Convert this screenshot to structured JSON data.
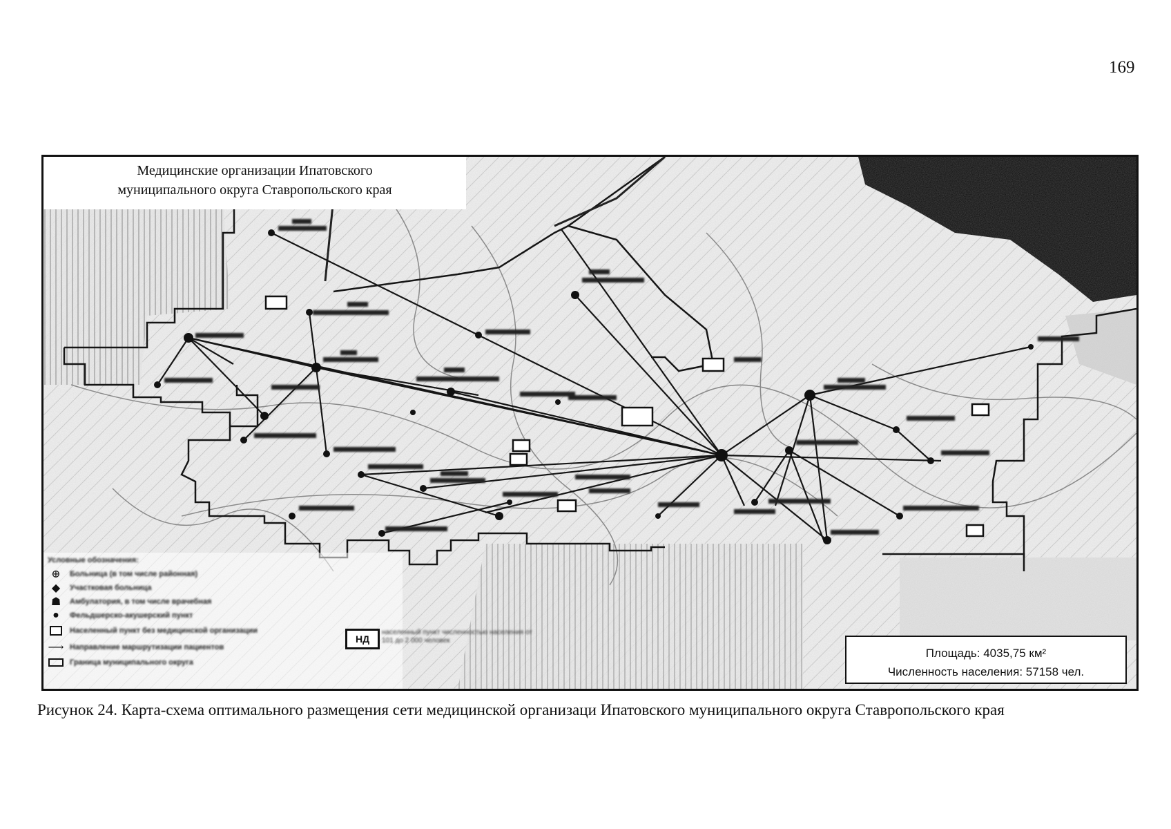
{
  "page": {
    "number": "169"
  },
  "map": {
    "title_line1": "Медицинские организации Ипатовского",
    "title_line2": "муниципального округа Ставропольского края",
    "legend": {
      "header": "Условные обозначения:",
      "items": [
        {
          "icon": "hospital-cross-icon",
          "label": "Больница (в том числе районная)"
        },
        {
          "icon": "diamond-icon",
          "label": "Участковая больница"
        },
        {
          "icon": "house-icon",
          "label": "Амбулатория, в том числе врачебная"
        },
        {
          "icon": "fap-icon",
          "label": "Фельдшерско-акушерский пункт"
        },
        {
          "icon": "square-outline-icon",
          "label": "Населенный пункт без медицинской организации"
        },
        {
          "icon": "arrow-icon",
          "label": "Направление маршрутизации пациентов"
        },
        {
          "icon": "rectangle-icon",
          "label": "Граница муниципального округа"
        }
      ],
      "nd_label": "НД",
      "nd_caption_line1": "населенный пункт численностью населения от",
      "nd_caption_line2": "101 до 2 000 человек"
    },
    "stats": {
      "area": "Площадь: 4035,75 км²",
      "population": "Численность населения: 57158 чел."
    },
    "colors": {
      "ink": "#111111",
      "paper": "#ffffff",
      "dark_region": "#0a0a0a"
    }
  },
  "caption": {
    "text": "Рисунок 24. Карта-схема оптимального размещения сети медицинской организаци Ипатовского муниципального округа Ставропольского края"
  }
}
